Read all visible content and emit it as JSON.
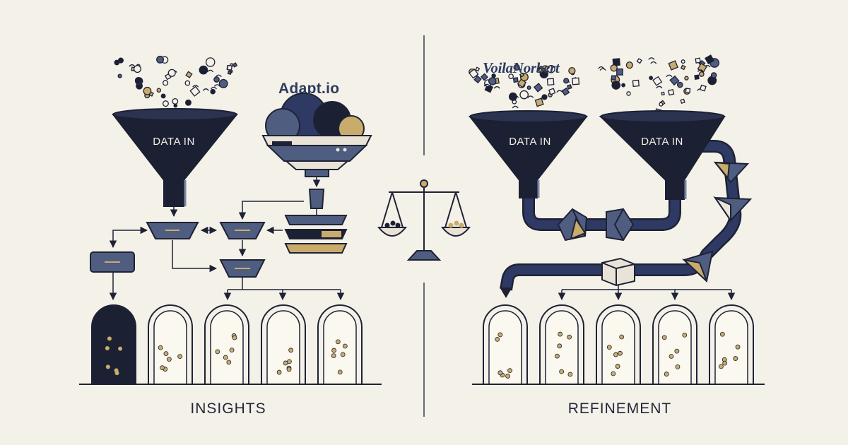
{
  "left_panel": {
    "brand": "Adapt.io",
    "funnel_label": "DATA IN",
    "section_label": "INSIGHTS"
  },
  "right_panel": {
    "brand": "VoilaNorbert",
    "funnel_left_label": "DATA IN",
    "funnel_right_label": "DATA IN",
    "section_label": "REFINEMENT"
  },
  "colors": {
    "background": "#f4f1e9",
    "ink": "#1f2235",
    "navy": "#1b2033",
    "slate": "#4f5d80",
    "gold": "#c9ab6c"
  }
}
